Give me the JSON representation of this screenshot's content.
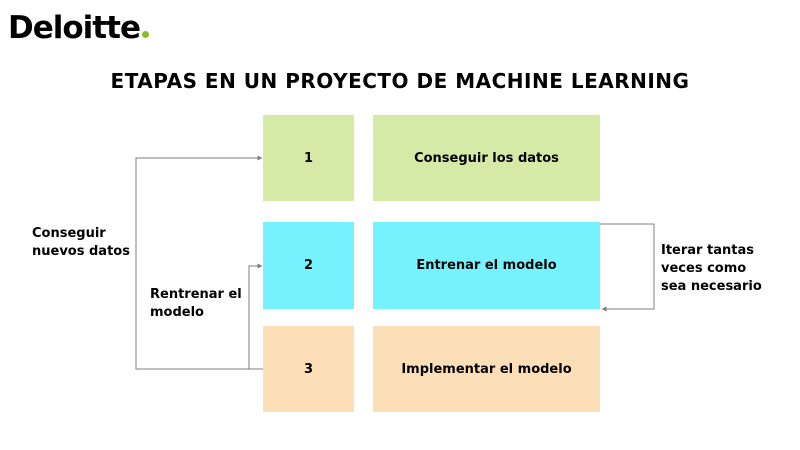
{
  "brand": {
    "logo_text": "Deloitte",
    "dot_color": "#86BC25"
  },
  "title": "ETAPAS EN UN PROYECTO DE MACHINE LEARNING",
  "steps": [
    {
      "number": "1",
      "label": "Conseguir  los datos",
      "color": "#D5EAA6"
    },
    {
      "number": "2",
      "label": "Entrenar  el modelo",
      "color": "#76F2FF"
    },
    {
      "number": "3",
      "label": "Implementar  el modelo",
      "color": "#FCDFB7"
    }
  ],
  "loops": {
    "new_data": "Conseguir\nnuevos datos",
    "retrain": "Rentrenar  el\nmodelo",
    "iterate": "Iterar tantas\nveces como\nsea necesario"
  },
  "connector_color": "#7F7F7F"
}
